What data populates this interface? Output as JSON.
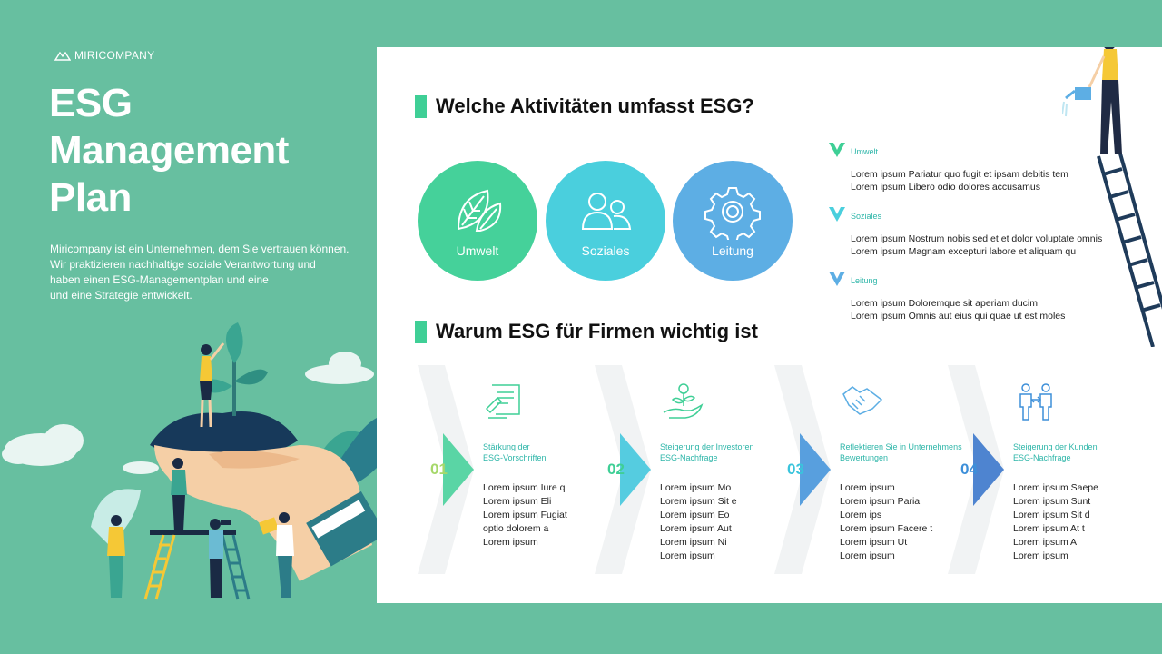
{
  "brand": {
    "name": "MIRICOMPANY"
  },
  "hero": {
    "title_lines": [
      "ESG",
      "Management",
      "Plan"
    ],
    "description_lines": [
      "Miricompany ist ein Unternehmen, dem Sie vertrauen können.",
      "Wir praktizieren nachhaltige soziale Verantwortung und",
      "haben einen ESG-Managementplan und eine",
      "und eine Strategie entwickelt."
    ]
  },
  "section1": {
    "title": "Welche Aktivitäten umfasst ESG?"
  },
  "circles": [
    {
      "label": "Umwelt",
      "icon": "leaves-icon",
      "color": "#45d19a"
    },
    {
      "label": "Soziales",
      "icon": "people-icon",
      "color": "#4acfdd"
    },
    {
      "label": "Leitung",
      "icon": "gear-icon",
      "color": "#5daee4"
    }
  ],
  "esg_list": [
    {
      "name": "Umwelt",
      "lines": [
        "Lorem ipsum Pariatur quo fugit et ipsam debitis tem",
        "Lorem ipsum Libero odio dolores accusamus"
      ]
    },
    {
      "name": "Soziales",
      "lines": [
        "Lorem ipsum Nostrum nobis sed et et dolor voluptate omnis",
        "Lorem ipsum Magnam excepturi labore et aliquam qu"
      ]
    },
    {
      "name": "Leitung",
      "lines": [
        "Lorem ipsum Doloremque sit aperiam ducim",
        "Lorem ipsum Omnis aut eius qui quae ut est moles"
      ]
    }
  ],
  "section2": {
    "title": "Warum ESG für Firmen wichtig ist"
  },
  "steps": [
    {
      "number": "01",
      "icon": "document-icon",
      "color": "#a6d86a",
      "title_lines": [
        "Stärkung der",
        "ESG-Vorschriften"
      ],
      "body": [
        "Lorem ipsum Iure q",
        "Lorem ipsum Eli",
        "Lorem ipsum Fugiat",
        "optio dolorem a",
        "Lorem ipsum"
      ]
    },
    {
      "number": "02",
      "icon": "plant-hand-icon",
      "color": "#3fcf96",
      "title_lines": [
        "Steigerung der Investoren",
        "ESG-Nachfrage"
      ],
      "body": [
        "Lorem ipsum Mo",
        "Lorem ipsum Sit e",
        "Lorem ipsum Eo",
        "Lorem ipsum Aut",
        "Lorem ipsum Ni",
        "Lorem ipsum"
      ]
    },
    {
      "number": "03",
      "icon": "handshake-icon",
      "color": "#39c4dc",
      "title_lines": [
        "Reflektieren Sie in Unternehmens",
        "Bewertungen"
      ],
      "body": [
        "Lorem ipsum",
        "Lorem ipsum Paria",
        "Lorem ips",
        "Lorem ipsum Facere t",
        "Lorem ipsum Ut",
        "Lorem ipsum"
      ]
    },
    {
      "number": "04",
      "icon": "customers-icon",
      "color": "#3d8fd9",
      "title_lines": [
        "Steigerung der Kunden",
        "ESG-Nachfrage"
      ],
      "body": [
        "Lorem ipsum Saepe",
        "Lorem ipsum Sunt",
        "Lorem ipsum Sit d",
        "Lorem ipsum At t",
        "Lorem ipsum A",
        "Lorem ipsum"
      ]
    }
  ]
}
